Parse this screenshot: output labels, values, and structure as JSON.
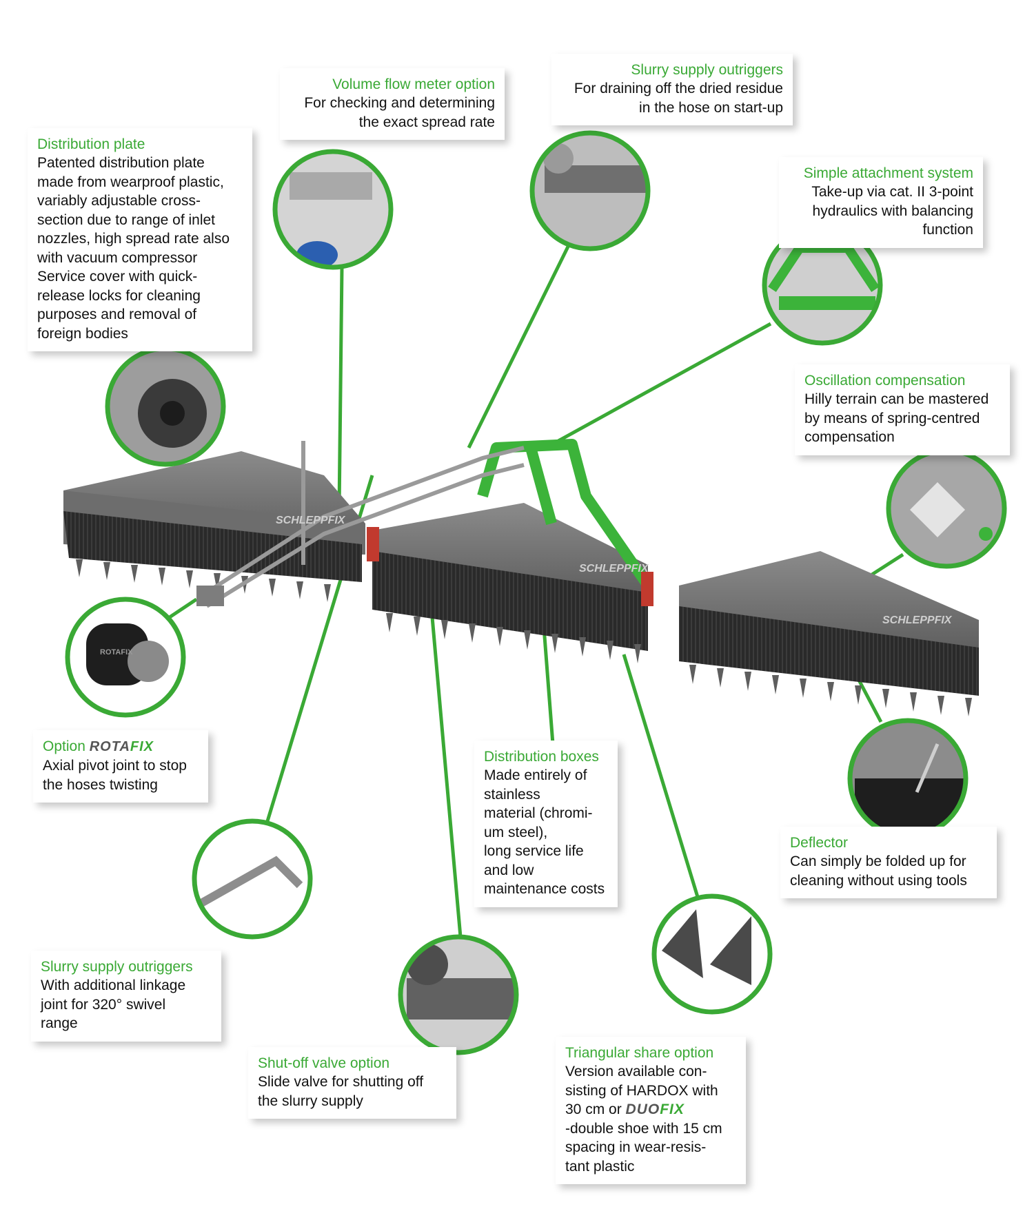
{
  "callouts": [
    {
      "id": "distribution-plate",
      "title": "Distribution plate",
      "body": "Patented distribution plate\nmade from wearproof plastic,\nvariably adjustable cross-\nsection due to range of inlet\nnozzles, high spread rate also\nwith vacuum compressor\nService cover with quick-\nrelease locks for cleaning\npurposes and removal of\nforeign bodies"
    },
    {
      "id": "volume-flow-meter",
      "title": "Volume flow meter option",
      "body": "For checking and determining\nthe exact spread rate"
    },
    {
      "id": "slurry-supply-outriggers-top",
      "title": "Slurry supply outriggers",
      "body": "For draining off the dried residue\nin the hose on start-up"
    },
    {
      "id": "simple-attachment",
      "title": "Simple attachment system",
      "body": "Take-up via cat. II 3-point\nhydraulics with balancing\nfunction"
    },
    {
      "id": "oscillation-compensation",
      "title": "Oscillation compensation",
      "body": "Hilly terrain can be mastered\nby means of spring-centred\ncompensation"
    },
    {
      "id": "option-rotafix",
      "title": "Option",
      "brand_dark": "ROTA",
      "brand_green": "FIX",
      "body": "Axial pivot joint to stop\nthe hoses twisting"
    },
    {
      "id": "distribution-boxes",
      "title": "Distribution boxes",
      "body": "Made entirely of\nstainless\nmaterial (chromi-\num steel),\nlong service life\nand low\nmaintenance costs"
    },
    {
      "id": "deflector",
      "title": "Deflector",
      "body": "Can simply be folded up for\ncleaning without using tools"
    },
    {
      "id": "slurry-supply-outriggers-bottom",
      "title": "Slurry supply outriggers",
      "body": "With additional linkage\njoint for 320° swivel\nrange"
    },
    {
      "id": "shut-off-valve",
      "title": "Shut-off valve option",
      "body": "Slide valve for shutting off\nthe slurry supply"
    },
    {
      "id": "triangular-share",
      "title": "Triangular share option",
      "body_a": "Version available con-\nsisting of HARDOX with\n30 cm or ",
      "brand_dark": "DUO",
      "brand_green": "FIX",
      "body_b": "\n-double shoe with 15 cm\nspacing in wear-resis-\ntant plastic"
    }
  ],
  "machine_lettering": [
    "SCHLEPPFIX",
    "SCHLEPPFIX",
    "SCHLEPPFIX",
    "ROTAFIX"
  ],
  "colors": {
    "accent": "#3aa935",
    "machine_grey": "#4a4a4a",
    "frame_green": "#3cb33a"
  }
}
